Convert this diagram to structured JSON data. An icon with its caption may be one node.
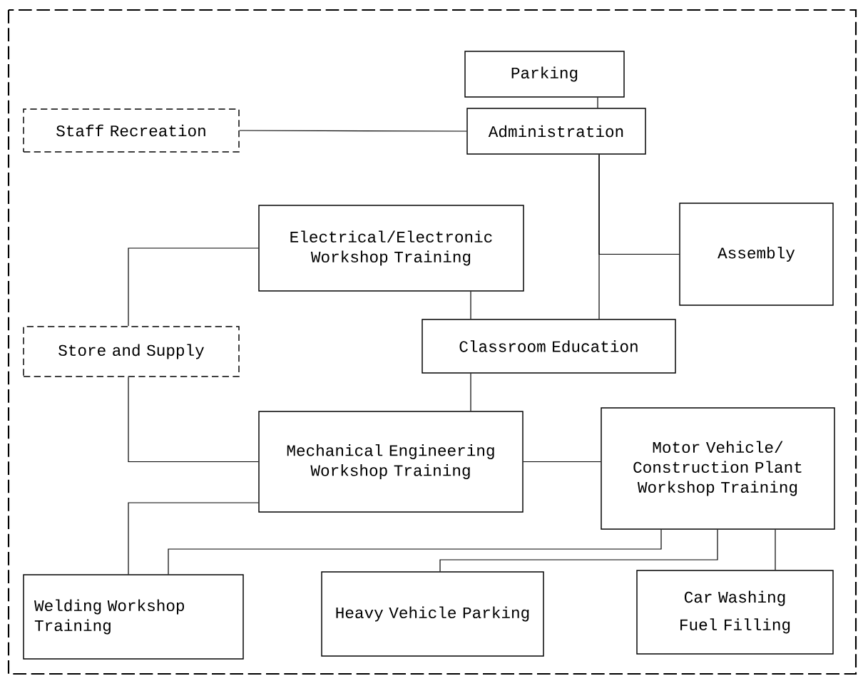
{
  "diagram": {
    "nodes": [
      {
        "text": [
          "Parking"
        ]
      },
      {
        "text": [
          "Staff Recreation"
        ]
      },
      {
        "text": [
          "Administration"
        ]
      },
      {
        "text": [
          "Electrical/Electronic Workshop Training"
        ]
      },
      {
        "text": [
          "Assembly"
        ]
      },
      {
        "text": [
          "Store and Supply"
        ]
      },
      {
        "text": [
          "Classroom Education"
        ]
      },
      {
        "text": [
          "Mechanical Engineering Workshop Training"
        ]
      },
      {
        "text": [
          "Motor Vehicle/ Construction Plant Workshop Training"
        ]
      },
      {
        "text": [
          "Welding Workshop Training"
        ]
      },
      {
        "text": [
          "Heavy Vehicle Parking"
        ]
      },
      {
        "text": [
          "Car Washing",
          "Fuel Filling"
        ]
      }
    ],
    "edges": [
      {
        "from": 0,
        "to": 2,
        "arrow": "none"
      },
      {
        "from": 1,
        "to": 2,
        "arrow": "none"
      },
      {
        "from": 2,
        "to": 6,
        "arrow": "none"
      },
      {
        "from": 4,
        "to": 2,
        "arrow": "none"
      },
      {
        "from": 3,
        "to": 6,
        "arrow": "none"
      },
      {
        "from": 3,
        "to": 5,
        "arrow": "none"
      },
      {
        "from": 5,
        "to": 7,
        "arrow": "none"
      },
      {
        "from": 6,
        "to": 7,
        "arrow": "none"
      },
      {
        "from": 7,
        "to": 8,
        "arrow": "none"
      },
      {
        "from": 7,
        "to": 9,
        "arrow": "none"
      },
      {
        "from": 8,
        "to": 9,
        "arrow": "none"
      },
      {
        "from": 8,
        "to": 10,
        "arrow": "none"
      },
      {
        "from": 8,
        "to": 11,
        "arrow": "none"
      }
    ]
  }
}
